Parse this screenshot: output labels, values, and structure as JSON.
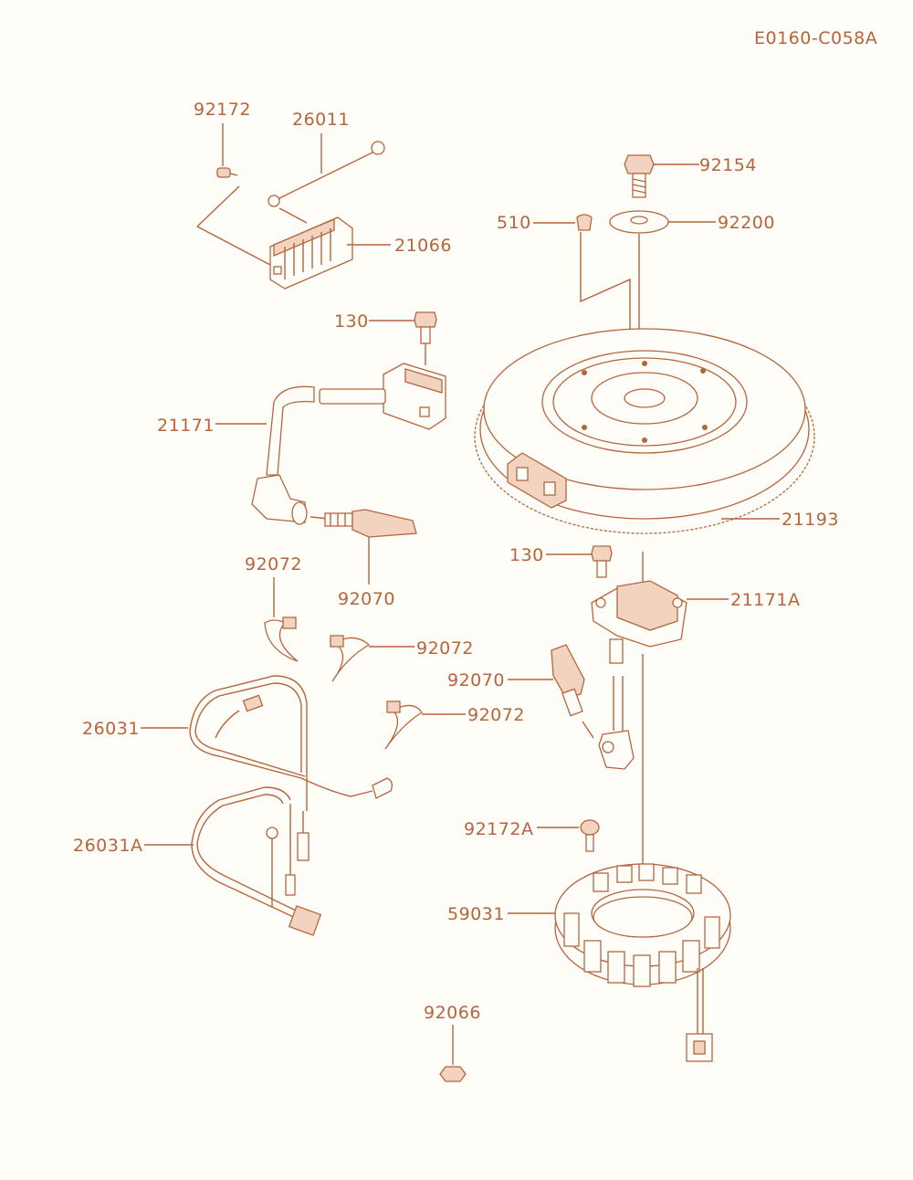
{
  "diagram_code": "E0160-C058A",
  "part_labels": {
    "p92172_top": "92172",
    "p26011": "26011",
    "p21066": "21066",
    "p92154": "92154",
    "p510": "510",
    "p92200": "92200",
    "p130_top": "130",
    "p21171": "21171",
    "p21193": "21193",
    "p92070_left": "92070",
    "p92072_a": "92072",
    "p92072_b": "92072",
    "p92072_c": "92072",
    "p130_mid": "130",
    "p21171A": "21171A",
    "p92070_right": "92070",
    "p26031": "26031",
    "p26031A": "26031A",
    "p92172A": "92172A",
    "p59031": "59031",
    "p92066": "92066"
  },
  "colors": {
    "line": "#b5653c",
    "background": "#fffdf8"
  }
}
